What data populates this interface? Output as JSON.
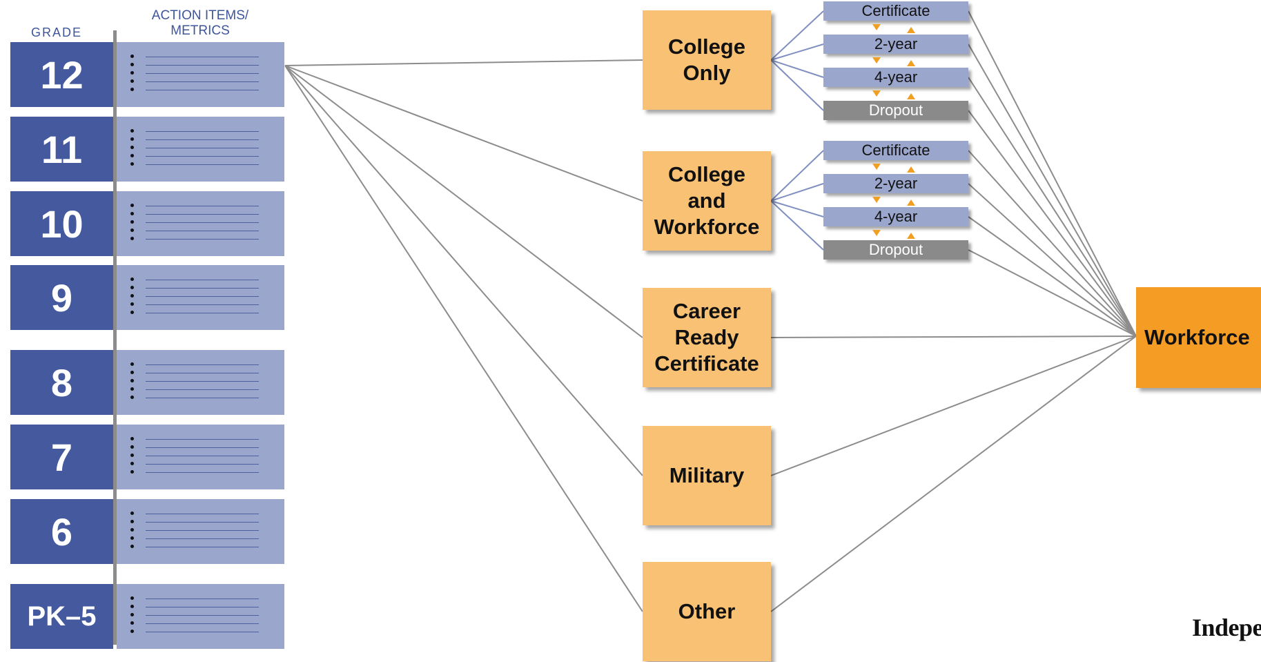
{
  "headers": {
    "grade": "GRADE",
    "action_line1": "ACTION ITEMS/",
    "action_line2": "METRICS"
  },
  "grades": [
    {
      "label": "12"
    },
    {
      "label": "11"
    },
    {
      "label": "10"
    },
    {
      "label": "9"
    },
    {
      "label": "8"
    },
    {
      "label": "7"
    },
    {
      "label": "6"
    },
    {
      "label": "PK–5"
    }
  ],
  "pathways": [
    {
      "lines": [
        "College",
        "Only"
      ]
    },
    {
      "lines": [
        "College",
        "and",
        "Workforce"
      ]
    },
    {
      "lines": [
        "Career",
        "Ready",
        "Certificate"
      ]
    },
    {
      "lines": [
        "Military"
      ]
    },
    {
      "lines": [
        "Other"
      ]
    }
  ],
  "sub_options": {
    "college_only": [
      "Certificate",
      "2-year",
      "4-year",
      "Dropout"
    ],
    "college_and_workforce": [
      "Certificate",
      "2-year",
      "4-year",
      "Dropout"
    ]
  },
  "destination": "Workforce",
  "logo_text": "Indepe",
  "colors": {
    "grade_dark": "#44599e",
    "grade_light": "#9aa6cc",
    "option": "#f9c173",
    "destination": "#f59c24",
    "dropout": "#8a8a8a",
    "arrow": "#f0a125",
    "connector": "#8c8c8c"
  }
}
